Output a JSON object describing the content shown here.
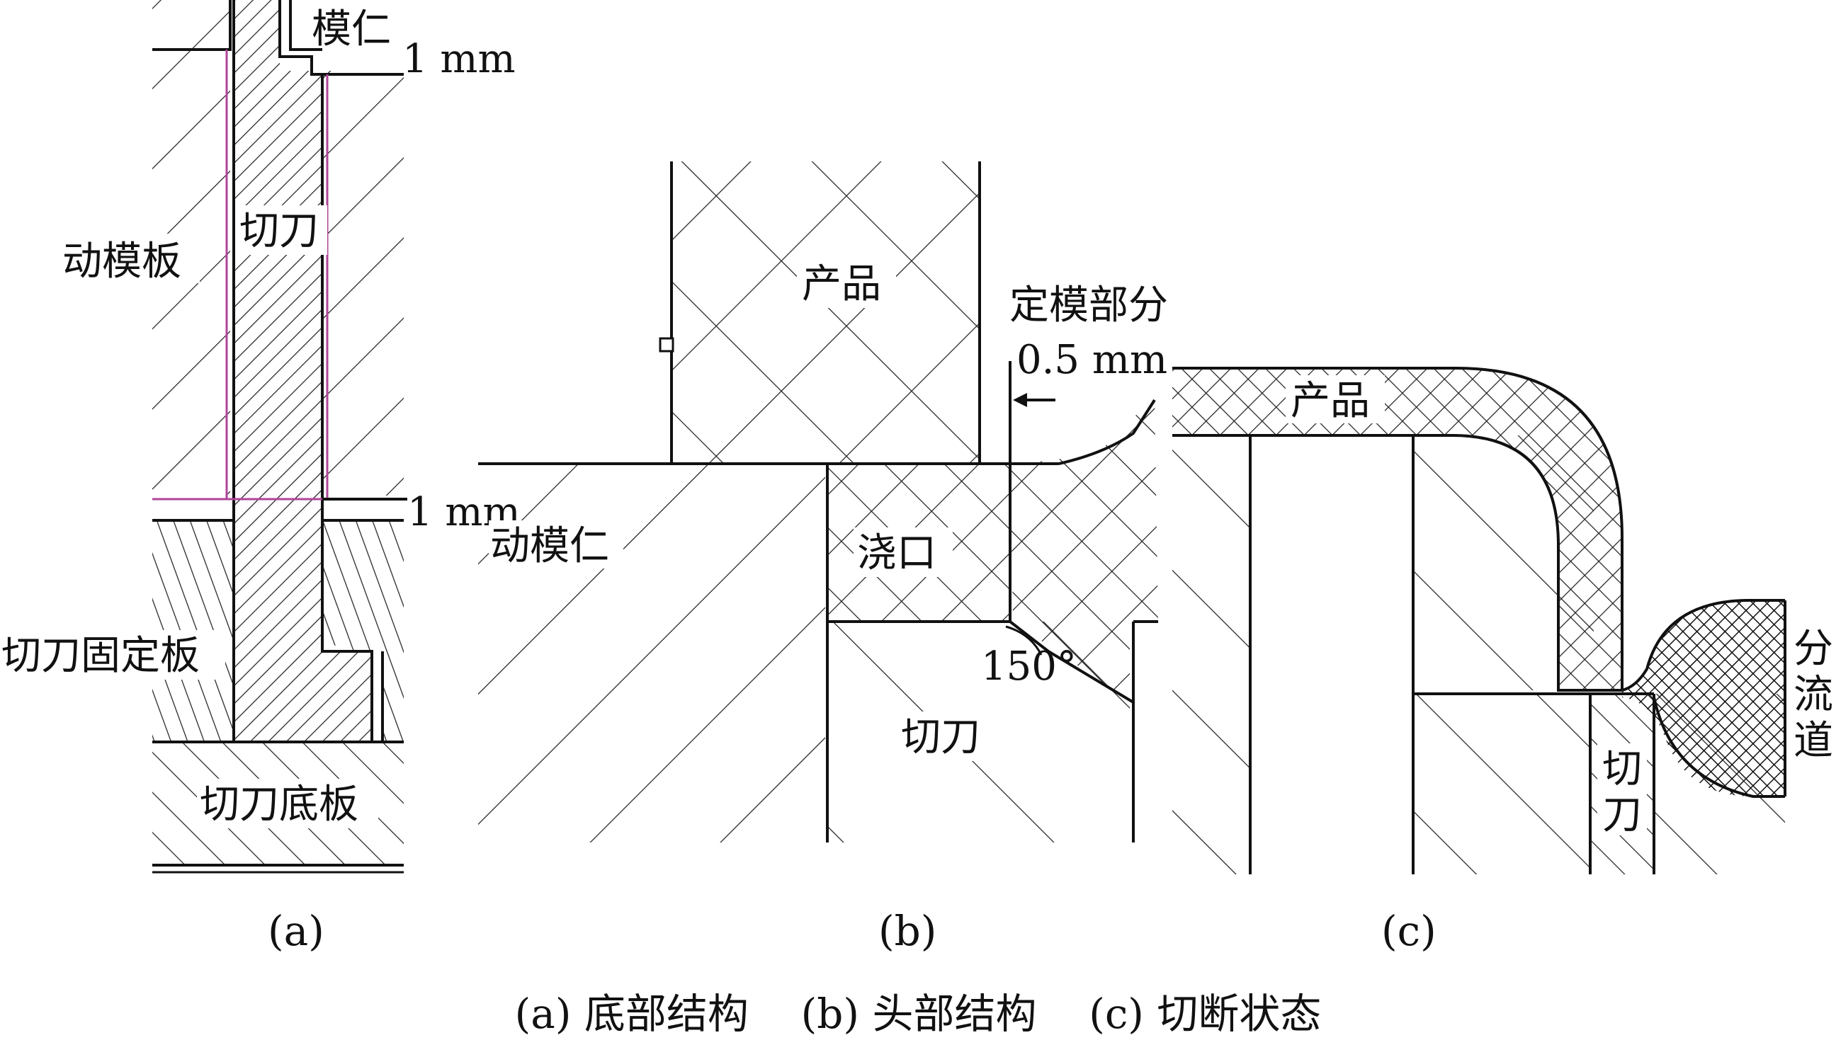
{
  "panel_a": {
    "labels": {
      "insert": "模仁",
      "moving_plate": "动模板",
      "cutter": "切刀",
      "cutter_fixed_plate": "切刀固定板",
      "cutter_base_plate": "切刀底板",
      "dim_top": "1 mm",
      "dim_mid": "1 mm"
    },
    "letter": "(a)"
  },
  "panel_b": {
    "labels": {
      "product": "产品",
      "fixed_mold_part": "定模部分",
      "gap": "0.5 mm",
      "moving_insert": "动模仁",
      "gate": "浇口",
      "angle": "150°",
      "cutter": "切刀"
    },
    "letter": "(b)"
  },
  "panel_c": {
    "labels": {
      "product": "产品",
      "runner_1": "分",
      "runner_2": "流",
      "runner_3": "道",
      "cutter_1": "切",
      "cutter_2": "刀"
    },
    "letter": "(c)"
  },
  "caption": "(a) 底部结构    (b) 头部结构    (c) 切断状态"
}
